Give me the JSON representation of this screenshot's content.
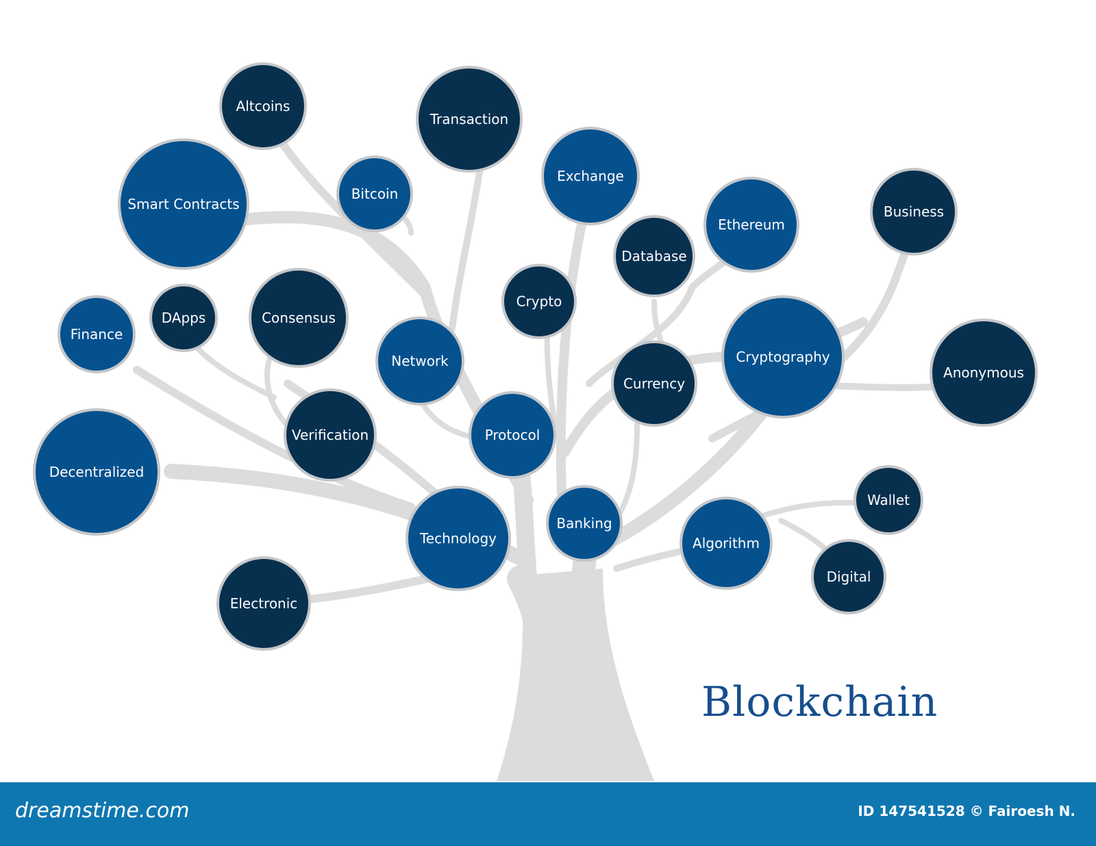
{
  "diagram": {
    "title": "Blockchain",
    "colors": {
      "blue": "#05518e",
      "navy": "#07304f",
      "tree": "#dcdcdc",
      "border": "#c4c6c9",
      "title": "#174e8d",
      "footer": "#0f77b0"
    },
    "nodes": [
      {
        "label": "Altcoins",
        "shade": "navy"
      },
      {
        "label": "Transaction",
        "shade": "navy"
      },
      {
        "label": "Smart Contracts",
        "shade": "blue"
      },
      {
        "label": "Bitcoin",
        "shade": "blue"
      },
      {
        "label": "Exchange",
        "shade": "blue"
      },
      {
        "label": "Ethereum",
        "shade": "blue"
      },
      {
        "label": "Business",
        "shade": "navy"
      },
      {
        "label": "Database",
        "shade": "navy"
      },
      {
        "label": "Crypto",
        "shade": "navy"
      },
      {
        "label": "Finance",
        "shade": "blue"
      },
      {
        "label": "DApps",
        "shade": "navy"
      },
      {
        "label": "Consensus",
        "shade": "navy"
      },
      {
        "label": "Network",
        "shade": "blue"
      },
      {
        "label": "Cryptography",
        "shade": "blue"
      },
      {
        "label": "Anonymous",
        "shade": "navy"
      },
      {
        "label": "Currency",
        "shade": "navy"
      },
      {
        "label": "Verification",
        "shade": "navy"
      },
      {
        "label": "Protocol",
        "shade": "blue"
      },
      {
        "label": "Decentralized",
        "shade": "blue"
      },
      {
        "label": "Wallet",
        "shade": "navy"
      },
      {
        "label": "Technology",
        "shade": "blue"
      },
      {
        "label": "Banking",
        "shade": "blue"
      },
      {
        "label": "Algorithm",
        "shade": "blue"
      },
      {
        "label": "Digital",
        "shade": "navy"
      },
      {
        "label": "Electronic",
        "shade": "navy"
      }
    ]
  },
  "footer": {
    "brand": "dreamstime.com",
    "credit": "ID 147541528 © Fairoesh N."
  }
}
